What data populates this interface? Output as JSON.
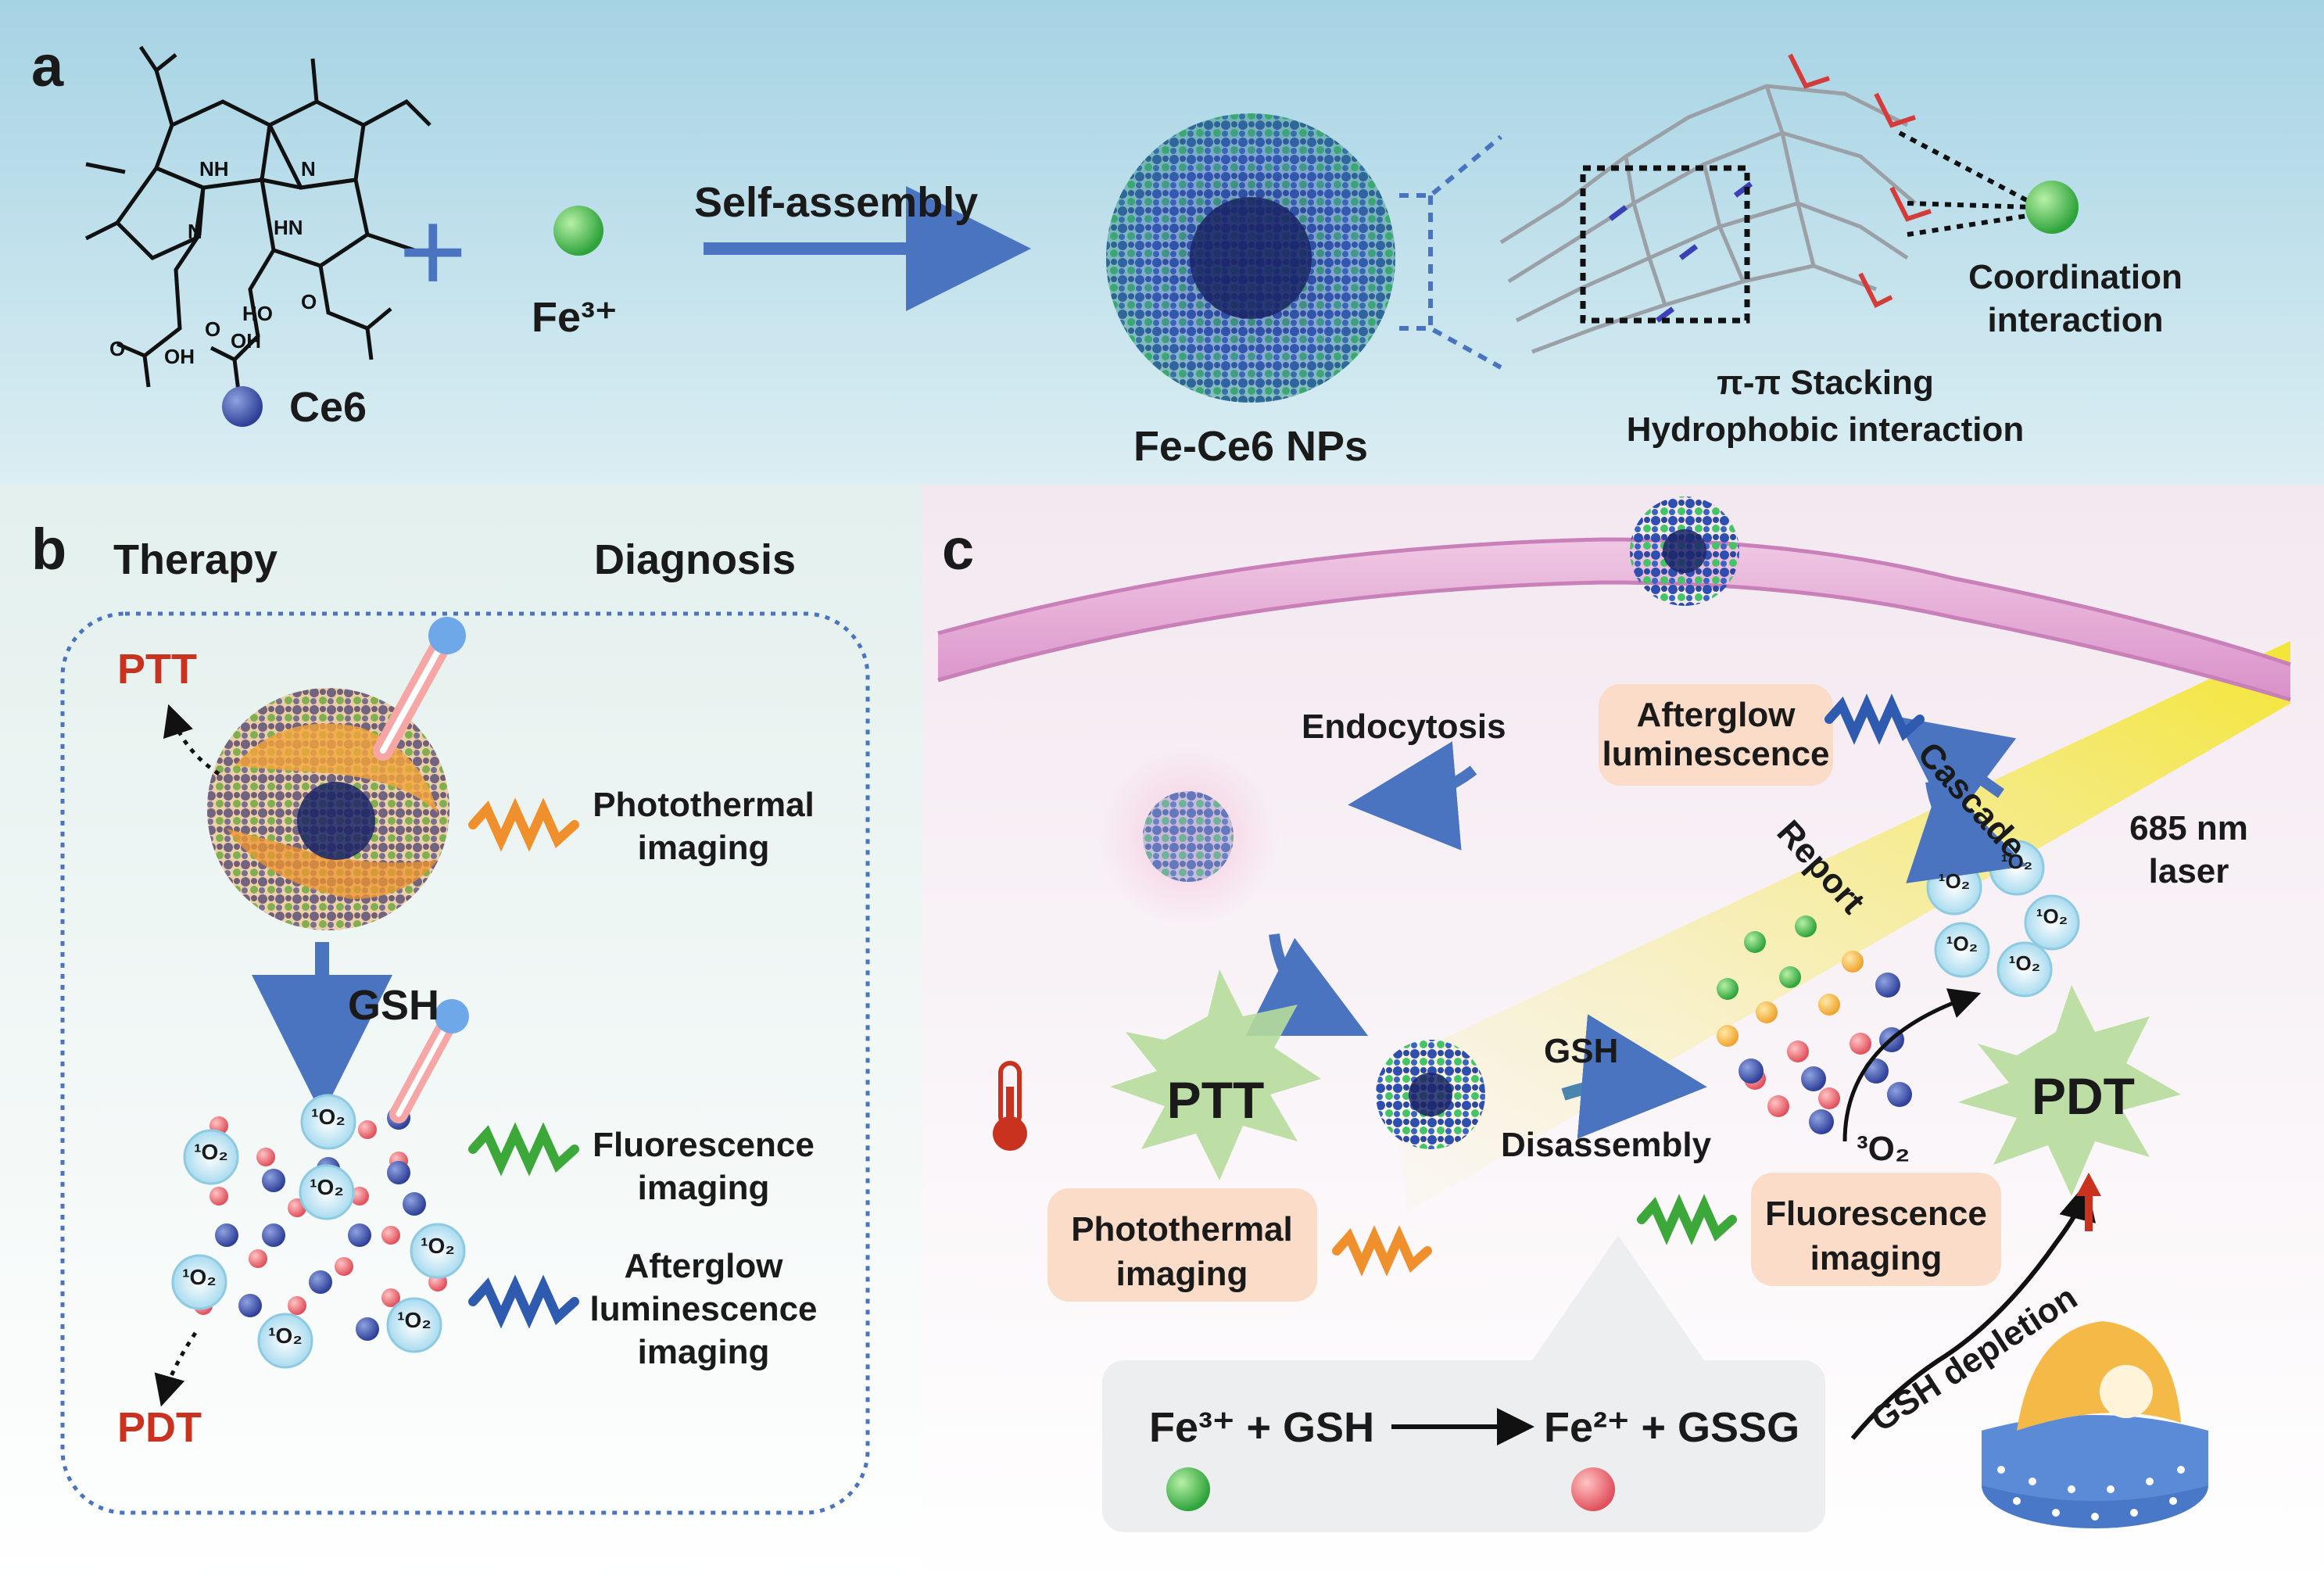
{
  "panel_a": {
    "letter": "a",
    "ce6_label": "Ce6",
    "plus": "+",
    "fe_label": "Fe³⁺",
    "arrow_label": "Self-assembly",
    "np_label": "Fe-Ce6 NPs",
    "coordination_label_1": "Coordination",
    "coordination_label_2": "interaction",
    "stacking_label": "π-π Stacking",
    "hydrophobic_label": "Hydrophobic interaction",
    "molecule_text": {
      "nh_top": "NH",
      "n_top": "N",
      "n_left": "N",
      "hn_right": "HN",
      "oh_1": "OH",
      "oh_2": "OH",
      "ho": "HO",
      "o_1": "O",
      "o_2": "O",
      "o_3": "O"
    }
  },
  "panel_b": {
    "letter": "b",
    "therapy": "Therapy",
    "diagnosis": "Diagnosis",
    "ptt": "PTT",
    "pdt": "PDT",
    "gsh": "GSH",
    "photothermal_1": "Photothermal",
    "photothermal_2": "imaging",
    "fluorescence_1": "Fluorescence",
    "fluorescence_2": "imaging",
    "afterglow_1": "Afterglow",
    "afterglow_2": "luminescence",
    "afterglow_3": "imaging",
    "singlet_oxygen": "¹O₂"
  },
  "panel_c": {
    "letter": "c",
    "endocytosis": "Endocytosis",
    "afterglow_1": "Afterglow",
    "afterglow_2": "luminescence",
    "cascade": "Cascade",
    "report": "Report",
    "laser_1": "685 nm",
    "laser_2": "laser",
    "ptt": "PTT",
    "pdt": "PDT",
    "gsh": "GSH",
    "disassembly": "Disassembly",
    "triplet_oxygen": "³O₂",
    "singlet_oxygen": "¹O₂",
    "photothermal_1": "Photothermal",
    "photothermal_2": "imaging",
    "fluorescence_1": "Fluorescence",
    "fluorescence_2": "imaging",
    "gsh_depletion": "GSH depletion",
    "reaction_left": "Fe³⁺ + GSH",
    "reaction_right": "Fe²⁺ + GSSG"
  },
  "colors": {
    "ce6_blue": "#2e3f98",
    "fe3_green": "#3ec84a",
    "fe2_red": "#e8737a",
    "ptt_pdt_red": "#c8321e",
    "arrow_blue": "#4a74c0",
    "burst_green": "#b6dc9a",
    "laser_yellow": "#f3e52a",
    "membrane_pink": "#e8a6d6"
  }
}
